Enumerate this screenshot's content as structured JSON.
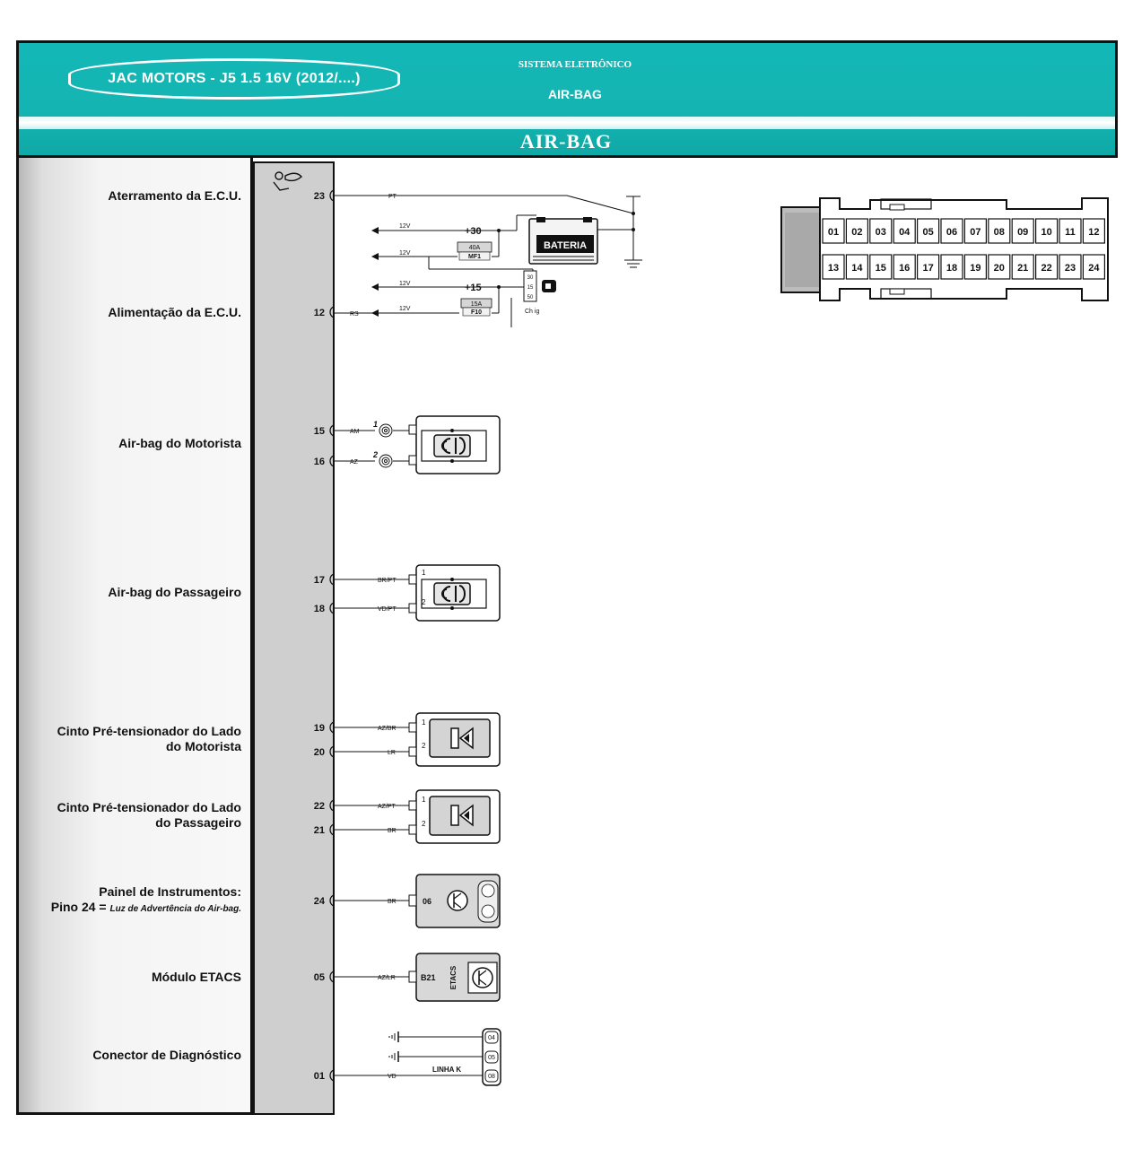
{
  "header": {
    "vehicle": "JAC MOTORS - J5 1.5 16V (2012/....)",
    "system": "SISTEMA ELETRÔNICO",
    "subsystem": "AIR-BAG",
    "main_title": "AIR-BAG"
  },
  "components": [
    {
      "key": "ground",
      "lines": [
        "Aterramento da E.C.U."
      ]
    },
    {
      "key": "power",
      "lines": [
        "Alimentação da E.C.U."
      ]
    },
    {
      "key": "driver_airbag",
      "lines": [
        "Air-bag do Motorista"
      ]
    },
    {
      "key": "passenger_airbag",
      "lines": [
        "Air-bag do Passageiro"
      ]
    },
    {
      "key": "driver_pretensioner",
      "lines": [
        "Cinto Pré-tensionador do Lado",
        "do Motorista"
      ]
    },
    {
      "key": "passenger_pretensioner",
      "lines": [
        "Cinto Pré-tensionador do Lado",
        "do Passageiro"
      ]
    },
    {
      "key": "instrument_panel",
      "lines": [
        "Painel de Instrumentos:",
        "Pino 24 = ",
        "Luz de Advertência do Air-bag."
      ]
    },
    {
      "key": "etacs",
      "lines": [
        "Módulo ETACS"
      ]
    },
    {
      "key": "diag",
      "lines": [
        "Conector de Diagnóstico"
      ]
    }
  ],
  "pins": [
    "23",
    "12",
    "15",
    "16",
    "17",
    "18",
    "19",
    "20",
    "22",
    "21",
    "24",
    "05",
    "01"
  ],
  "wires": [
    "PT",
    "RS",
    "AM",
    "AZ",
    "BR/PT",
    "VD/PT",
    "AZ/BR",
    "LR",
    "AZ/PT",
    "BR",
    "BR",
    "AZ/LR",
    "VD"
  ],
  "power": {
    "plus30": "+30",
    "plus15": "+15",
    "v12": "12V",
    "fuse_mf1": "40A",
    "fuse_mf1_name": "MF1",
    "fuse_f10": "15A",
    "fuse_f10_name": "F10",
    "battery": "BATERIA",
    "ignition": [
      "30",
      "15",
      "50"
    ],
    "ignition_label": "Ch ig"
  },
  "airbag_pins": [
    "1",
    "2"
  ],
  "panel": {
    "pin": "06"
  },
  "etacs": {
    "pin": "B21",
    "label": "ETACS"
  },
  "diag": {
    "pins": [
      "04",
      "05",
      "08"
    ],
    "line": "LINHA K"
  },
  "connector": {
    "row1": [
      "01",
      "02",
      "03",
      "04",
      "05",
      "06",
      "07",
      "08",
      "09",
      "10",
      "11",
      "12"
    ],
    "row2": [
      "13",
      "14",
      "15",
      "16",
      "17",
      "18",
      "19",
      "20",
      "21",
      "22",
      "23",
      "24"
    ]
  }
}
